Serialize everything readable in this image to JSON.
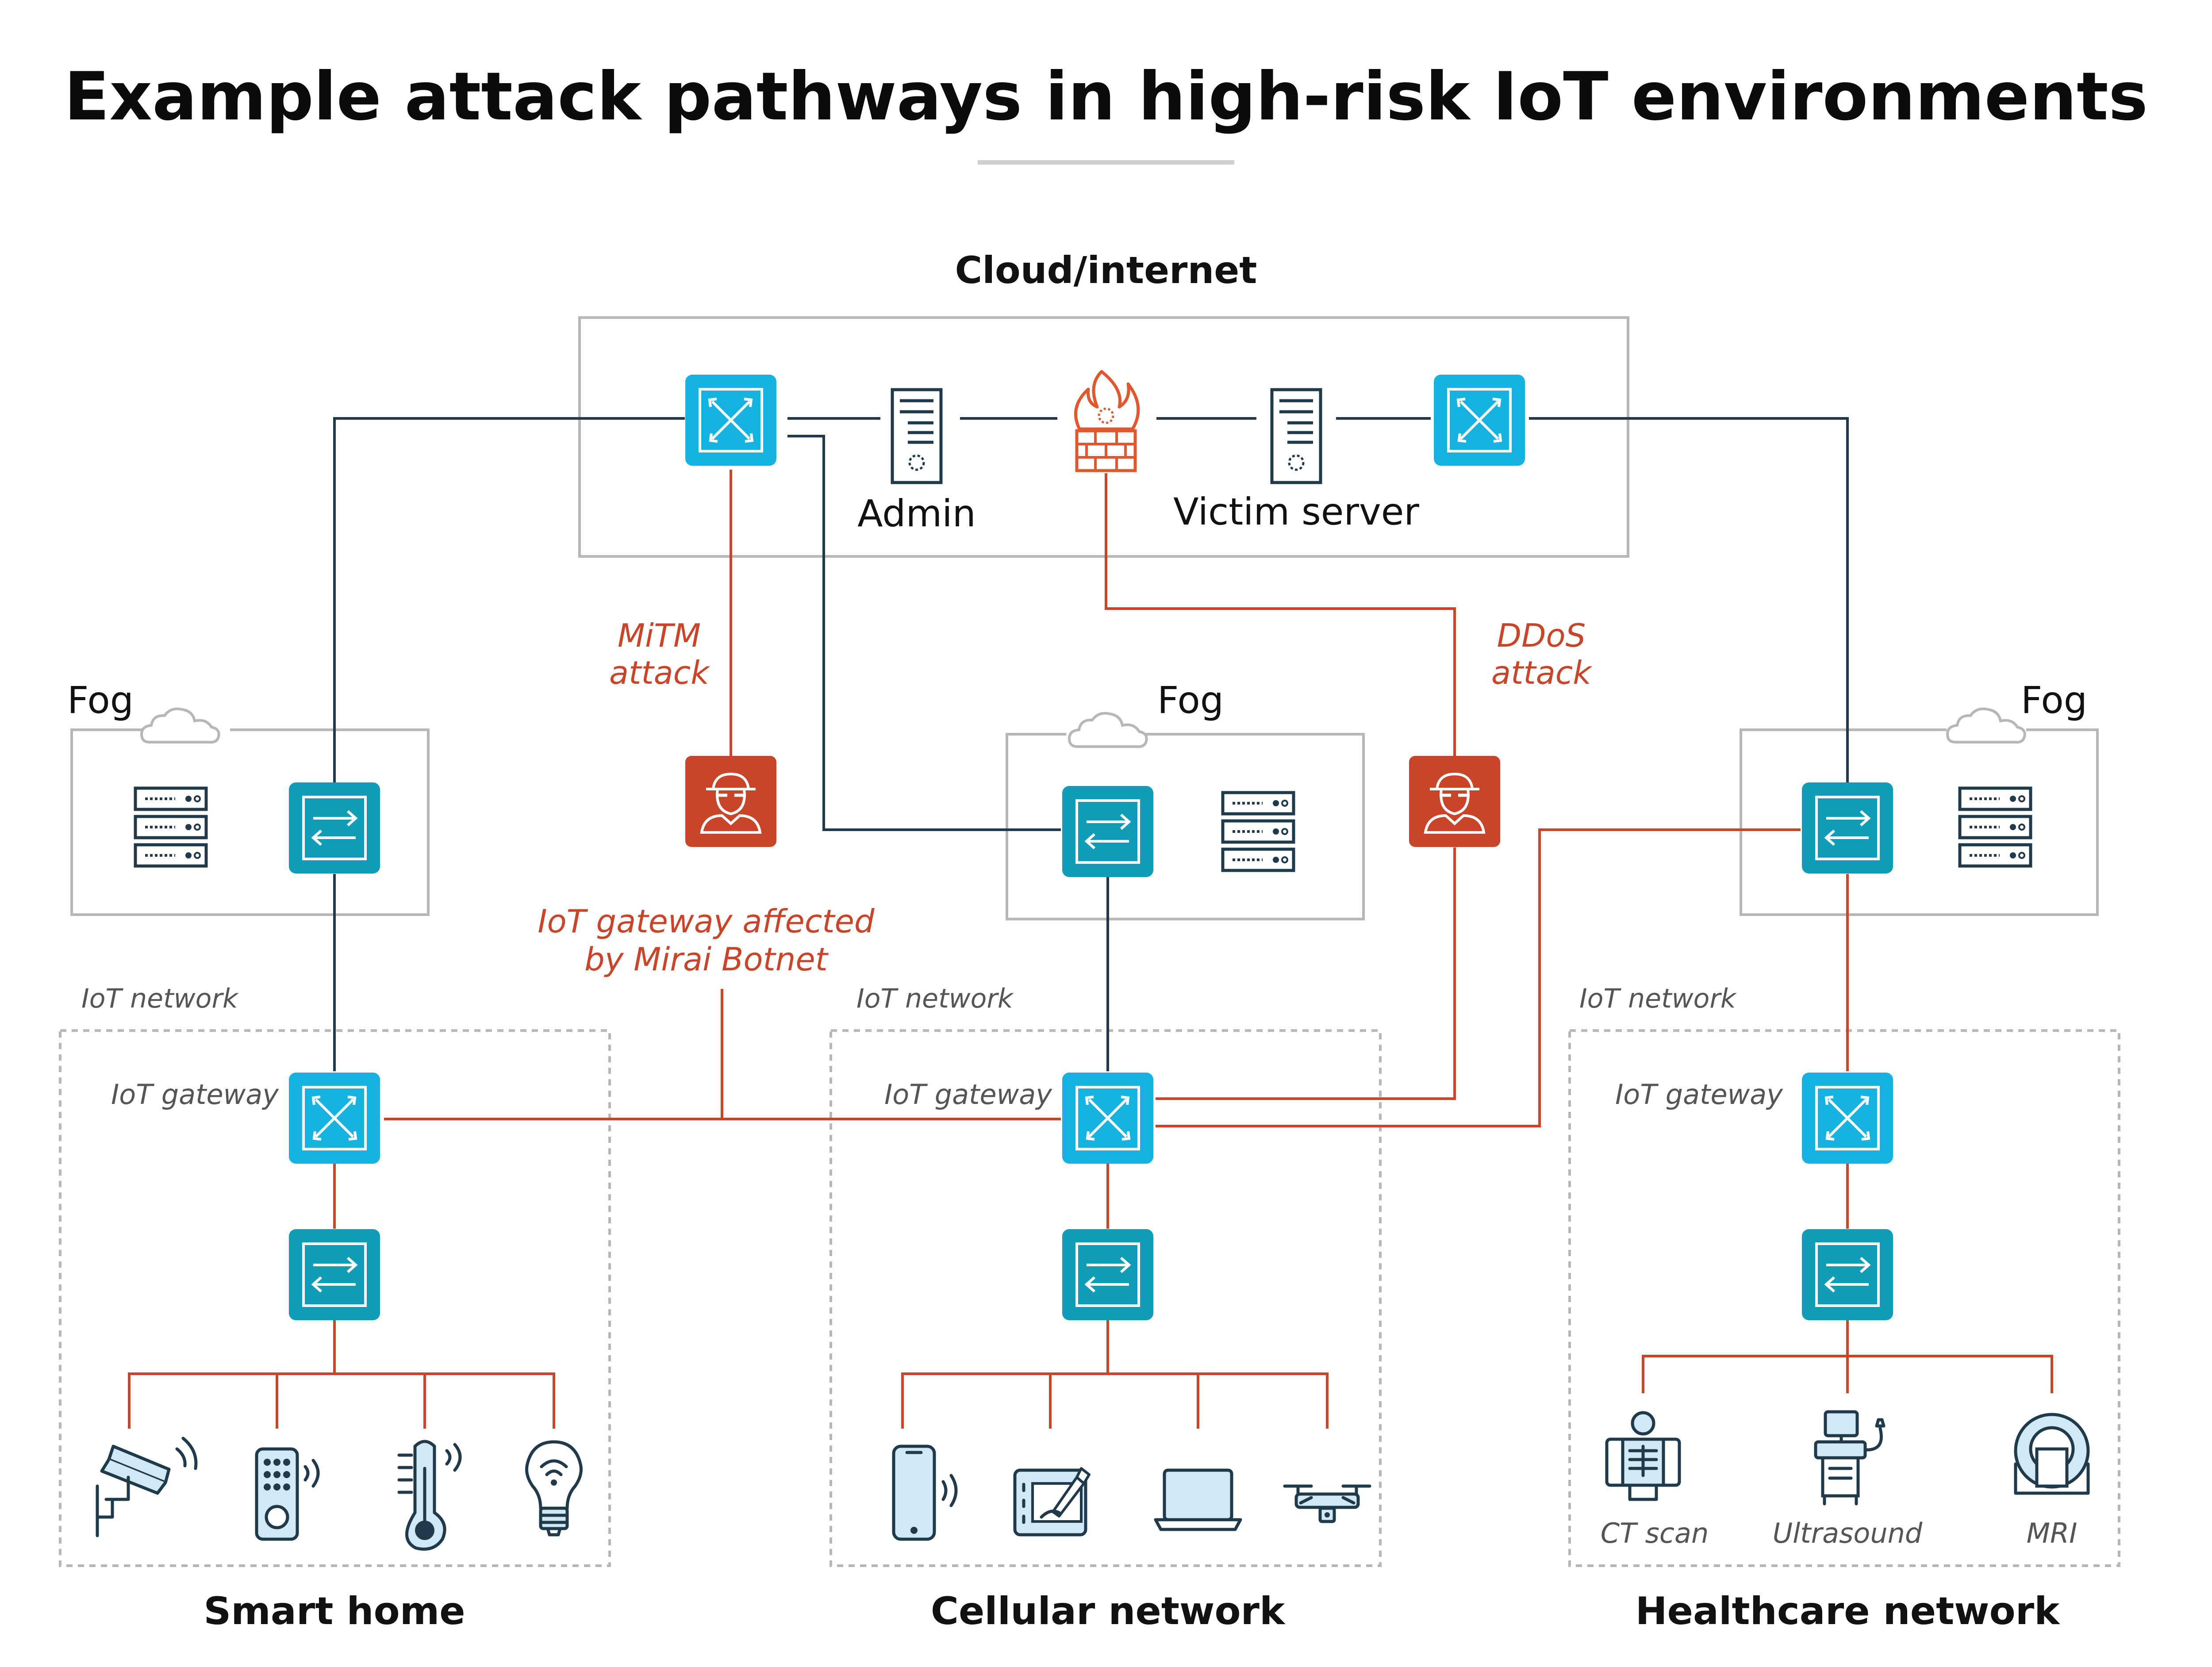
{
  "title": "Example attack pathways in high-risk IoT environments",
  "cloud": {
    "heading": "Cloud/internet",
    "admin_label": "Admin",
    "victim_label": "Victim server"
  },
  "fog_label": "Fog",
  "attacks": {
    "mitm_line1": "MiTM",
    "mitm_line2": "attack",
    "ddos_line1": "DDoS",
    "ddos_line2": "attack",
    "mirai_line1": "IoT gateway affected",
    "mirai_line2": "by Mirai Botnet"
  },
  "iot_network_label": "IoT network",
  "iot_gateway_label": "IoT gateway",
  "networks": {
    "smart_home": "Smart home",
    "cellular": "Cellular network",
    "healthcare": "Healthcare network"
  },
  "healthcare_devices": [
    "CT scan",
    "Ultrasound",
    "MRI"
  ],
  "colors": {
    "router_light": "#17b3e0",
    "switch_teal": "#119db8",
    "attack_red": "#c8452a",
    "line_dark": "#203a4c"
  },
  "icons": [
    "router-icon",
    "switch-icon",
    "server-tower-icon",
    "firewall-icon",
    "hacker-icon",
    "rack-server-icon",
    "cloud-icon",
    "security-camera-icon",
    "remote-control-icon",
    "thermometer-icon",
    "smart-bulb-icon",
    "phone-icon",
    "tablet-icon",
    "laptop-icon",
    "drone-icon",
    "ct-scan-icon",
    "ultrasound-icon",
    "mri-icon"
  ]
}
